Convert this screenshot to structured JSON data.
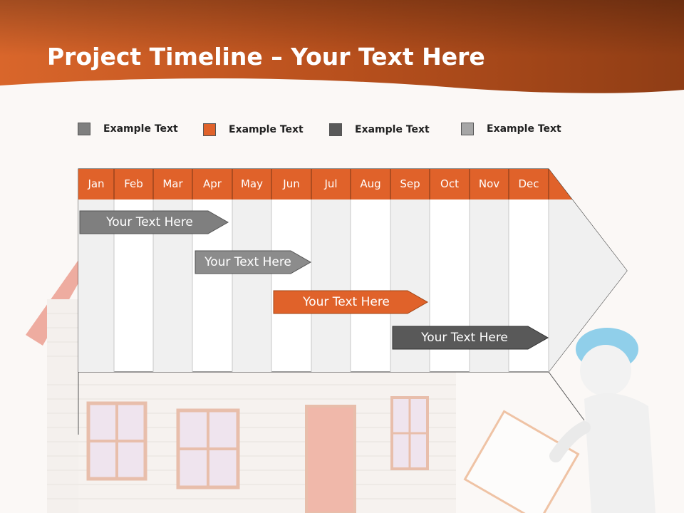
{
  "header": {
    "title_bold": "Project Timeline",
    "title_rest": " – Your Text Here",
    "accent_color": "#c05a22"
  },
  "legend": [
    {
      "label": "Example Text",
      "color": "#7f7f7f"
    },
    {
      "label": "Example Text",
      "color": "#e0622a"
    },
    {
      "label": "Example Text",
      "color": "#595959"
    },
    {
      "label": "Example Text",
      "color": "#a6a6a6"
    }
  ],
  "timeline": {
    "months": [
      "Jan",
      "Feb",
      "Mar",
      "Apr",
      "May",
      "Jun",
      "Jul",
      "Aug",
      "Sep",
      "Oct",
      "Nov",
      "Dec"
    ],
    "header_color": "#e0622a",
    "tasks": [
      {
        "label": "Your  Text Here",
        "color": "#7f7f7f"
      },
      {
        "label": "Your  Text Here",
        "color": "#8c8c8c"
      },
      {
        "label": "Your  Text Here",
        "color": "#e0622a"
      },
      {
        "label": "Your  Text Here",
        "color": "#595959"
      }
    ]
  },
  "illustration": {
    "house": "house-illustration",
    "worker": "worker-with-clipboard-illustration"
  }
}
